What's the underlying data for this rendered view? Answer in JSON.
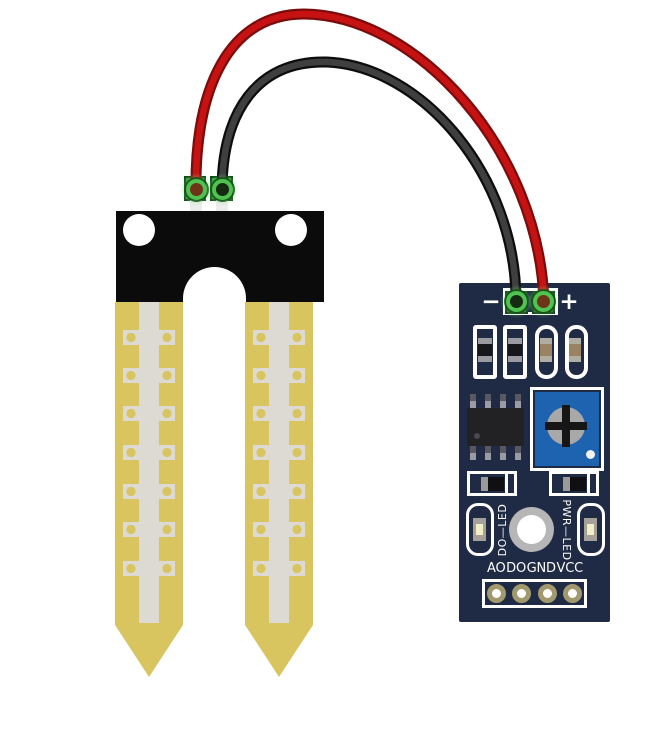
{
  "module": {
    "terminal_labels": {
      "minus": "−",
      "plus": "+"
    },
    "led_labels": {
      "do": "DO—LED",
      "pwr": "PWR—LED"
    },
    "pin_labels": [
      "AO",
      "DO",
      "GND",
      "VCC"
    ]
  },
  "wires": [
    {
      "id": "red-wire",
      "color": "#c61212",
      "from": "probe-terminal-left",
      "to": "module-terminal-plus"
    },
    {
      "id": "black-wire",
      "color": "#3f3f3f",
      "from": "probe-terminal-right",
      "to": "module-terminal-minus"
    }
  ],
  "colors": {
    "wire_red": "#c61212",
    "wire_red_edge": "#7a0c0c",
    "wire_red_tip": "#6e3418",
    "wire_black": "#3f3f3f",
    "wire_black_edge": "#0d0d0d",
    "wire_black_tip": "#152b12",
    "board_navy": "#1f2a44",
    "probe_gold": "#d8c55f",
    "probe_stripe": "#dcdad2",
    "probe_black": "#0b0b0b",
    "terminal_green": "#2f9e35",
    "terminal_green_dark": "#256b2a",
    "ring_green": "#4fc24f",
    "pot_blue": "#1e63b0",
    "label_white": "#ffffff",
    "pad_ring_tan": "#a29a6e",
    "hole_gray": "#b6b6b6"
  }
}
